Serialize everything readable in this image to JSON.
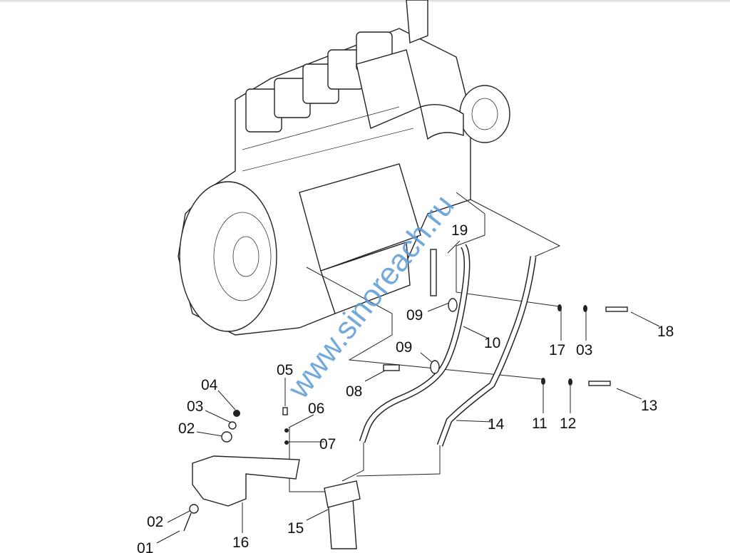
{
  "watermark": "www.sinoreach.ru",
  "labels": {
    "p19": "19",
    "p09a": "09",
    "p10": "10",
    "p17": "17",
    "p03a": "03",
    "p18": "18",
    "p09b": "09",
    "p08": "08",
    "p05": "05",
    "p11": "11",
    "p12": "12",
    "p13": "13",
    "p14": "14",
    "p04": "04",
    "p03b": "03",
    "p02a": "02",
    "p06": "06",
    "p07": "07",
    "p15": "15",
    "p02b": "02",
    "p16": "16",
    "p01": "01"
  }
}
